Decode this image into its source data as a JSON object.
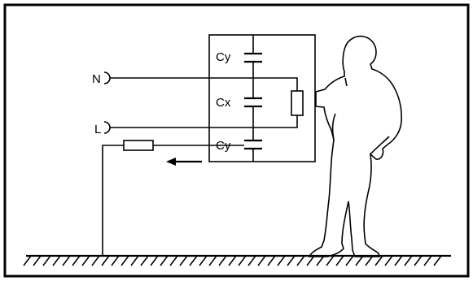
{
  "labels": {
    "neutral": "N",
    "line": "L",
    "cap_top": "Cy",
    "cap_mid": "Cx",
    "cap_bottom": "Cy"
  },
  "icons": {
    "current_arrow": "arrow-left-icon",
    "person": "person-silhouette-icon",
    "ground": "ground-hatch-icon"
  }
}
